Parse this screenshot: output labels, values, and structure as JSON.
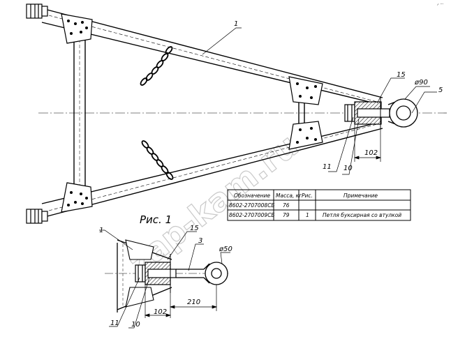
{
  "figure": {
    "title": "Рис. 1",
    "corner_mark": "ᐟ ᐝᐝᐝ",
    "watermark": "zap-kam.ru"
  },
  "callouts": {
    "top_1": "1",
    "top_15": "15",
    "top_5": "5",
    "top_d90": "ø90",
    "top_11": "11",
    "top_10": "10",
    "top_dim_102": "102",
    "bot_1": "1",
    "bot_15": "15",
    "bot_3": "3",
    "bot_d50": "ø50",
    "bot_11": "11",
    "bot_10": "10",
    "bot_dim_102": "102",
    "bot_dim_210": "210"
  },
  "table": {
    "headers": [
      "Обозначение",
      "Масса, кг",
      "Рис.",
      "Примечание"
    ],
    "rows": [
      [
        "8602-2707008СБ",
        "76",
        "",
        ""
      ],
      [
        "8602-2707009СБ",
        "79",
        "1",
        "Петля буксирная со втулкой"
      ]
    ]
  }
}
